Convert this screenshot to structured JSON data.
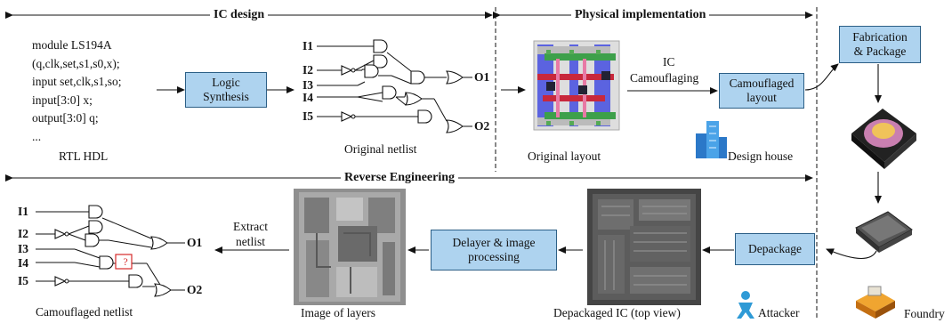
{
  "headers": {
    "ic_design": "IC design",
    "physical_implementation": "Physical implementation",
    "reverse_engineering": "Reverse Engineering"
  },
  "rtl": {
    "lines": [
      "module LS194A",
      "(q,clk,set,s1,s0,x);",
      "input set,clk,s1,so;",
      "input[3:0] x;",
      "output[3:0] q;",
      "..."
    ],
    "caption": "RTL HDL"
  },
  "boxes": {
    "logic_synthesis": "Logic\nSynthesis",
    "camouflaged_layout": "Camouflaged\nlayout",
    "fabrication_package": "Fabrication\n& Package",
    "depackage": "Depackage",
    "delayer": "Delayer & image\nprocessing"
  },
  "labels": {
    "original_netlist": "Original netlist",
    "original_layout": "Original layout",
    "ic_camouflaging_1": "IC",
    "ic_camouflaging_2": "Camouflaging",
    "design_house": "Design house",
    "foundry": "Foundry",
    "attacker": "Attacker",
    "depackaged_ic": "Depackaged IC (top view)",
    "image_of_layers": "Image of layers",
    "extract_netlist_1": "Extract",
    "extract_netlist_2": "netlist",
    "camouflaged_netlist": "Camouflaged netlist",
    "unknown_gate": "?"
  },
  "original_netlist": {
    "inputs": [
      "I1",
      "I2",
      "I3",
      "I4",
      "I5"
    ],
    "outputs": [
      "O1",
      "O2"
    ]
  },
  "camouflaged_netlist": {
    "inputs": [
      "I1",
      "I2",
      "I3",
      "I4",
      "I5"
    ],
    "outputs": [
      "O1",
      "O2"
    ]
  },
  "colors": {
    "box_fill": "#aed3ef",
    "box_border": "#2c5f86",
    "unknown_gate": "#d62a2a",
    "layout_blue": "#5b63e0",
    "layout_red": "#c8283c"
  }
}
